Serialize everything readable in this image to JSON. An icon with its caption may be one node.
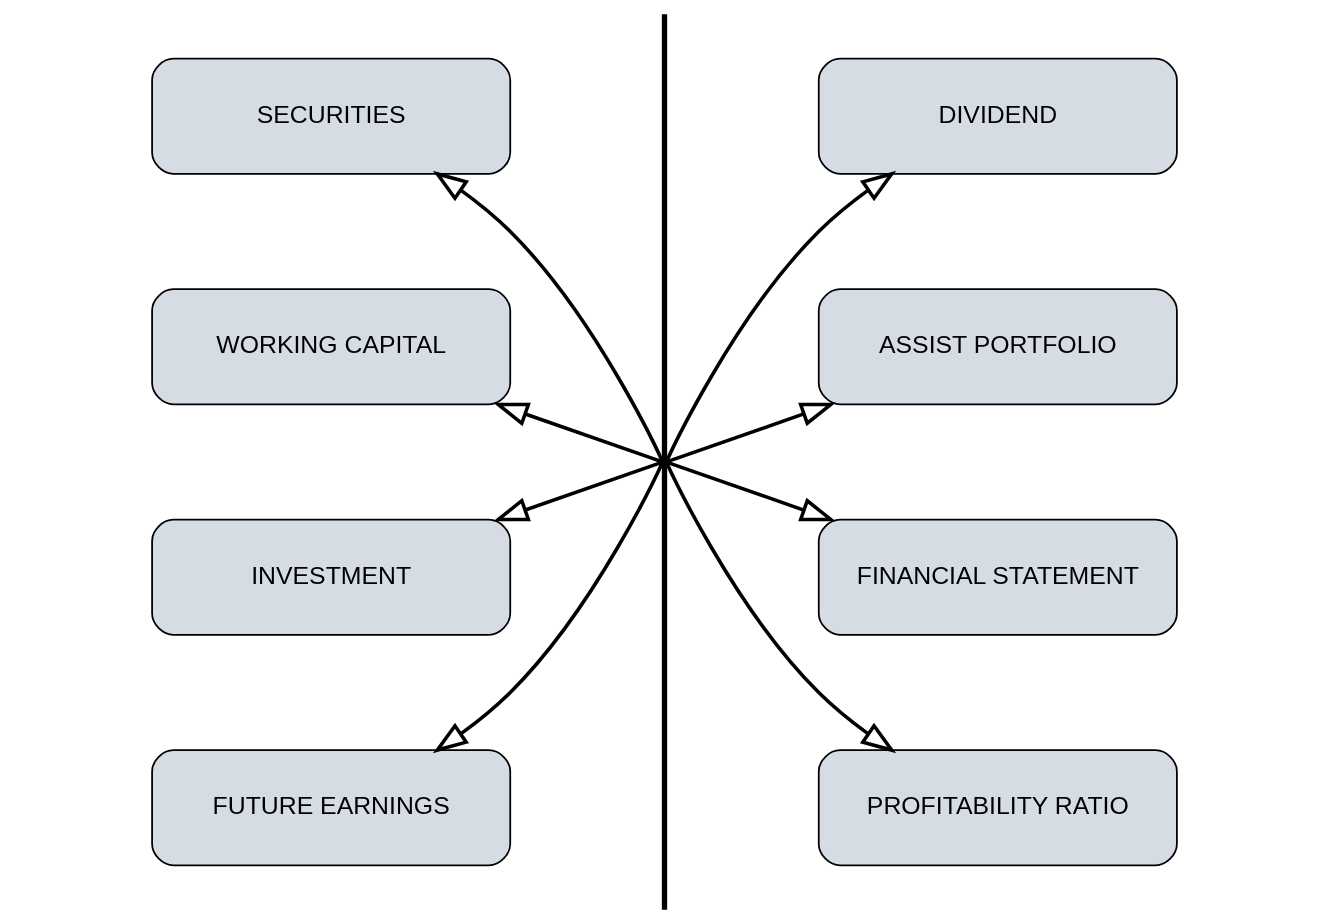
{
  "diagram": {
    "nodes": [
      {
        "text": [
          "SECURITIES"
        ]
      },
      {
        "text": [
          "DIVIDEND"
        ]
      },
      {
        "text": [
          "WORKING CAPITAL"
        ]
      },
      {
        "text": [
          "ASSIST PORTFOLIO"
        ]
      },
      {
        "text": [
          "INVESTMENT"
        ]
      },
      {
        "text": [
          "FINANCIAL STATEMENT"
        ]
      },
      {
        "text": [
          "FUTURE EARNINGS"
        ]
      },
      {
        "text": [
          "PROFITABILITY RATIO"
        ]
      },
      {
        "text": [],
        "shape": "bar"
      }
    ],
    "edges": [
      {
        "from": 8,
        "to": 0,
        "arrow": "to"
      },
      {
        "from": 8,
        "to": 1,
        "arrow": "to"
      },
      {
        "from": 8,
        "to": 2,
        "arrow": "to"
      },
      {
        "from": 8,
        "to": 3,
        "arrow": "to"
      },
      {
        "from": 8,
        "to": 4,
        "arrow": "to"
      },
      {
        "from": 8,
        "to": 5,
        "arrow": "to"
      },
      {
        "from": 8,
        "to": 6,
        "arrow": "to"
      },
      {
        "from": 8,
        "to": 7,
        "arrow": "to"
      }
    ]
  }
}
